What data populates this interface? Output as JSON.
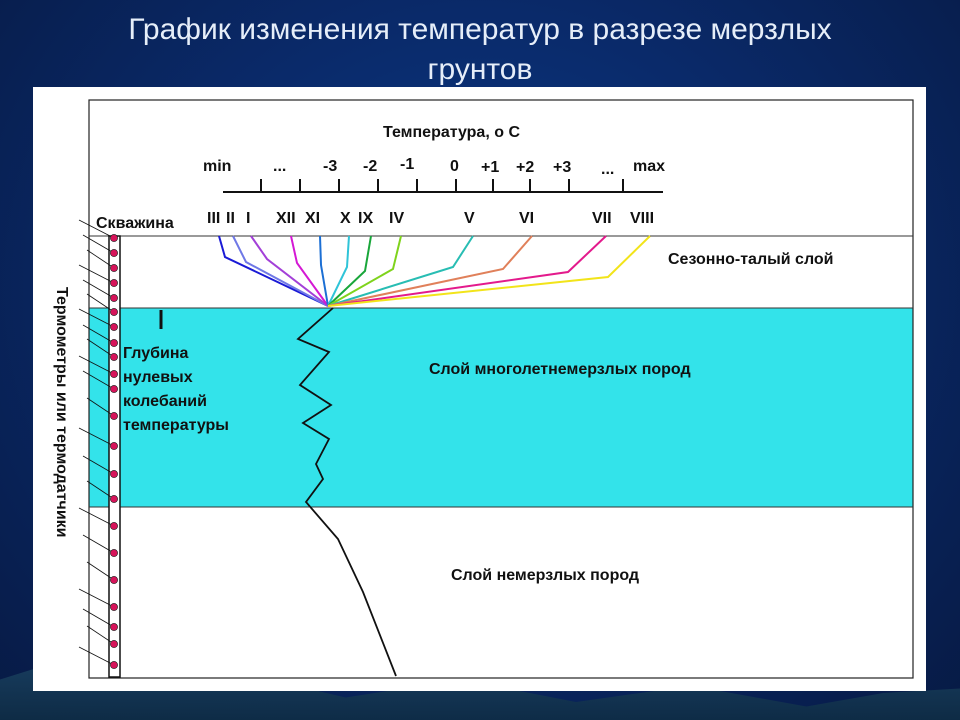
{
  "slide": {
    "title_line1": "График изменения температур в разрезе мерзлых",
    "title_line2": "грунтов"
  },
  "diagram": {
    "axis_title": "Температура, о С",
    "scale_labels": [
      "min",
      "...",
      "-3",
      "-2",
      "-1",
      "0",
      "+1",
      "+2",
      "+3",
      "...",
      "max"
    ],
    "months": [
      "III",
      "II",
      "I",
      "XII",
      "XI",
      "X",
      "IX",
      "IV",
      "V",
      "VI",
      "VII",
      "VIII"
    ],
    "borehole_label": "Скважина",
    "thermometers_label": "Термометры или термодатчики",
    "zero_depth_label": [
      "Глубина",
      "нулевых",
      "колебаний",
      "температуры"
    ],
    "layers": {
      "active": "Сезонно-талый слой",
      "permafrost": "Слой многолетнемерзлых пород",
      "unfrozen": "Слой немерзлых пород"
    },
    "colors": {
      "permafrost_fill": "#33e3ea",
      "curve_colors": [
        "#1a1ad6",
        "#6f78e6",
        "#a340d8",
        "#d418d4",
        "#1c6fd4",
        "#2fc4d8",
        "#19a63a",
        "#7fd31c",
        "#28bdb3",
        "#e0805a",
        "#e31a8c",
        "#f2e41a"
      ],
      "sensor_color": "#d6145a"
    }
  }
}
